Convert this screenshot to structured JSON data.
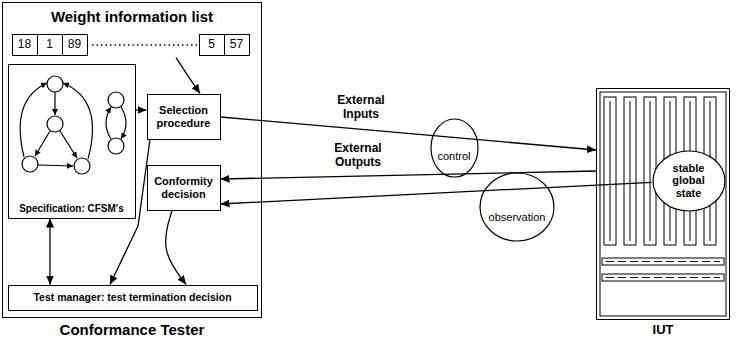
{
  "diagram": {
    "nodes": [
      {
        "text": [
          "Conformance Tester"
        ]
      },
      {
        "text": [
          "Weight information list"
        ],
        "in": 0
      },
      {
        "text": [
          "18"
        ],
        "in": 1
      },
      {
        "text": [
          "1"
        ],
        "in": 1
      },
      {
        "text": [
          "89"
        ],
        "in": 1
      },
      {
        "text": [
          "5"
        ],
        "in": 1
      },
      {
        "text": [
          "57"
        ],
        "in": 1
      },
      {
        "text": [
          "Specification: CFSM's"
        ],
        "in": 0
      },
      {
        "text": [
          "Selection procedure"
        ],
        "in": 0
      },
      {
        "text": [
          "Conformity decision"
        ],
        "in": 0
      },
      {
        "text": [
          "Test manager: test termination decision"
        ],
        "in": 0
      },
      {
        "text": [
          "control"
        ]
      },
      {
        "text": [
          "observation"
        ]
      },
      {
        "text": [
          "IUT"
        ]
      },
      {
        "text": [
          "stable global state"
        ],
        "in": 13
      }
    ],
    "edges": [
      {
        "from": 1,
        "to": 8,
        "arrow": "to"
      },
      {
        "from": 7,
        "to": 8,
        "arrow": "to"
      },
      {
        "from": 7,
        "to": 10,
        "arrow": "both"
      },
      {
        "from": 8,
        "to": 10,
        "arrow": "to"
      },
      {
        "from": 9,
        "to": 10,
        "arrow": "to"
      },
      {
        "from": 8,
        "to": 13,
        "arrow": "to",
        "label": "External Inputs"
      },
      {
        "from": 13,
        "to": 9,
        "arrow": "to",
        "label": "External Outputs"
      },
      {
        "from": 14,
        "to": 9,
        "arrow": "to"
      }
    ]
  }
}
